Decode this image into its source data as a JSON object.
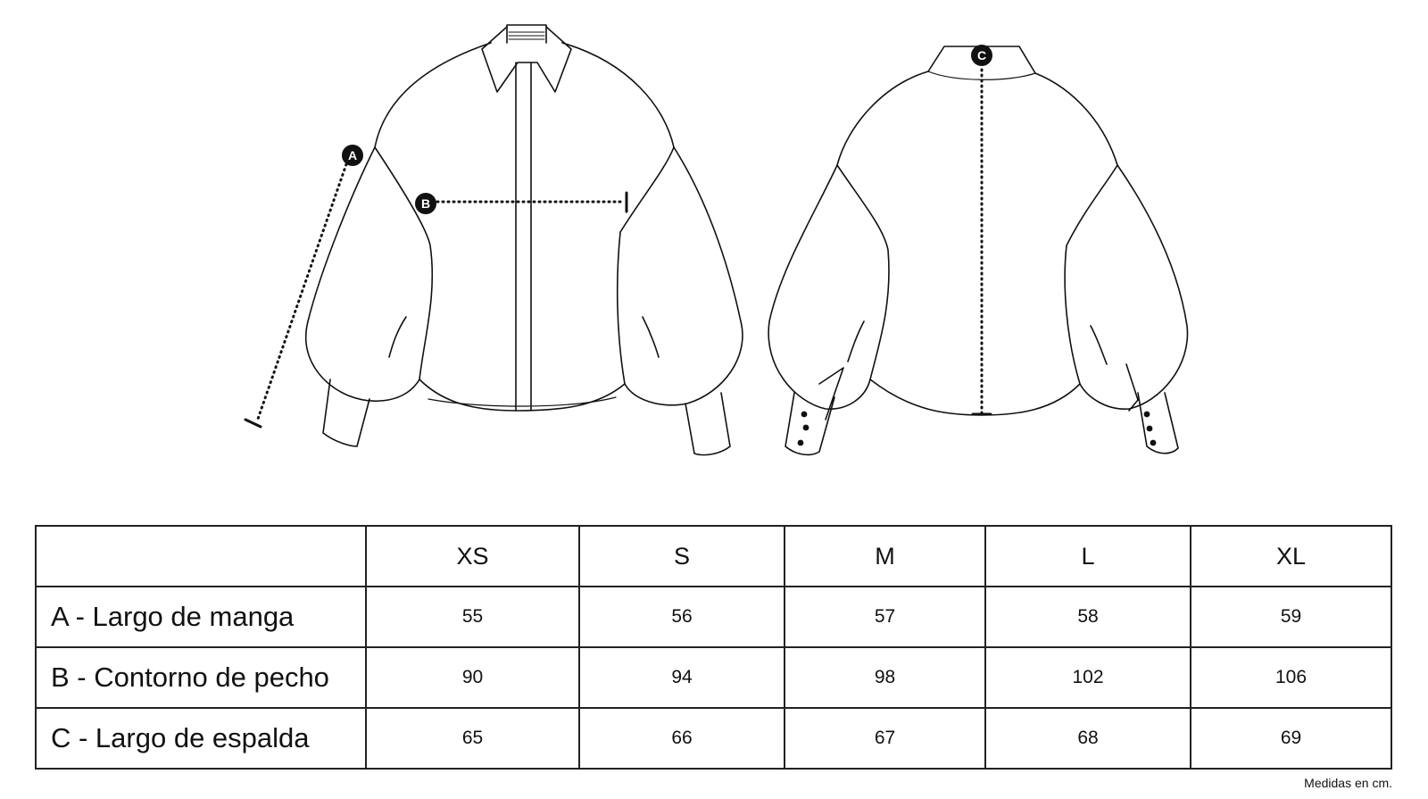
{
  "diagram": {
    "markers": {
      "a": "A",
      "b": "B",
      "c": "C"
    }
  },
  "table": {
    "columns": [
      "",
      "XS",
      "S",
      "M",
      "L",
      "XL"
    ],
    "rows": [
      {
        "label": "A - Largo de manga",
        "values": [
          "55",
          "56",
          "57",
          "58",
          "59"
        ]
      },
      {
        "label": "B - Contorno de pecho",
        "values": [
          "90",
          "94",
          "98",
          "102",
          "106"
        ]
      },
      {
        "label": "C - Largo de espalda",
        "values": [
          "65",
          "66",
          "67",
          "68",
          "69"
        ]
      }
    ]
  },
  "footnote": "Medidas en cm."
}
